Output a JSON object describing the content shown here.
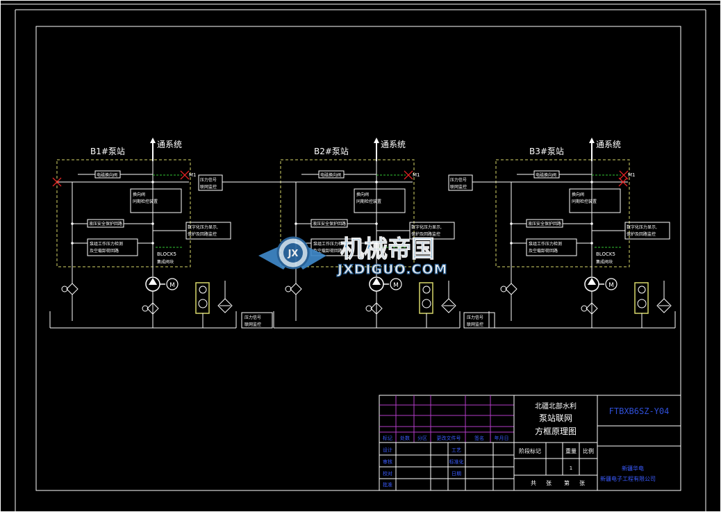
{
  "colors": {
    "background": "#000000",
    "frame": "#ffffff",
    "line": "#ffffff",
    "dashed_box": "#d7d76a",
    "green_dash": "#35c935",
    "red_valve": "#e02424",
    "title_grid": "#b43cc8",
    "title_text_blue": "#3a5bff",
    "drawing_no": "#2f4fd8",
    "watermark": "#4e9fd6"
  },
  "stations": [
    {
      "name": "B1#泵站",
      "system": "通系统",
      "valve_tag": "M1",
      "block_label": "BLOCK5",
      "block_sub": "集成阀块",
      "labels": [
        "电磁换向阀",
        "换向阀 & 同期检控装置",
        "液压安全保护回路",
        "泵组工作压力检测 及空载卸荷回路"
      ],
      "side_box": "数字化压力显示, 保护及回路监控",
      "link_box": "压力信号 联网监控"
    },
    {
      "name": "B2#泵站",
      "system": "通系统",
      "valve_tag": "M1",
      "block_label": "",
      "block_sub": "",
      "labels": [
        "电磁换向阀",
        "换向阀 & 同期检控装置",
        "液压安全保护回路",
        "泵组工作压力检测 及空载卸荷回路"
      ],
      "side_box": "数字化压力显示, 保护及回路监控",
      "link_box": "压力信号 联网监控"
    },
    {
      "name": "B3#泵站",
      "system": "通系统",
      "valve_tag": "M1",
      "block_label": "BLOCK5",
      "block_sub": "集成阀块",
      "labels": [
        "电磁换向阀",
        "换向阀 & 同期检控装置",
        "液压安全保护回路",
        "泵组工作压力检测 及空载卸荷回路"
      ],
      "side_box": "数字化压力显示, 保护及回路监控",
      "link_box": ""
    }
  ],
  "motor_label": "M",
  "watermark": {
    "title": "机械帝国",
    "subtitle": "JXDIGUO.COM",
    "badge": "JX"
  },
  "title_block": {
    "project_line1": "北疆北部水利",
    "project_line2": "泵站联网",
    "project_line3": "方框原理图",
    "drawing_no": "FTBXB6SZ-Y04",
    "company_line1": "新疆华电",
    "company_line2": "新疆电子工程有限公司",
    "stage_header": [
      "阶段标记",
      "重量",
      "比例"
    ],
    "scale_value": "1",
    "sheet_row": [
      "共",
      "张",
      "第",
      "张"
    ],
    "rev_header": [
      "标记",
      "处数",
      "分区",
      "更改文件号",
      "签名",
      "年月日"
    ],
    "sign_rows": [
      "设计",
      "审核",
      "校对",
      "工艺",
      "标准化",
      "批准",
      "日期"
    ]
  }
}
